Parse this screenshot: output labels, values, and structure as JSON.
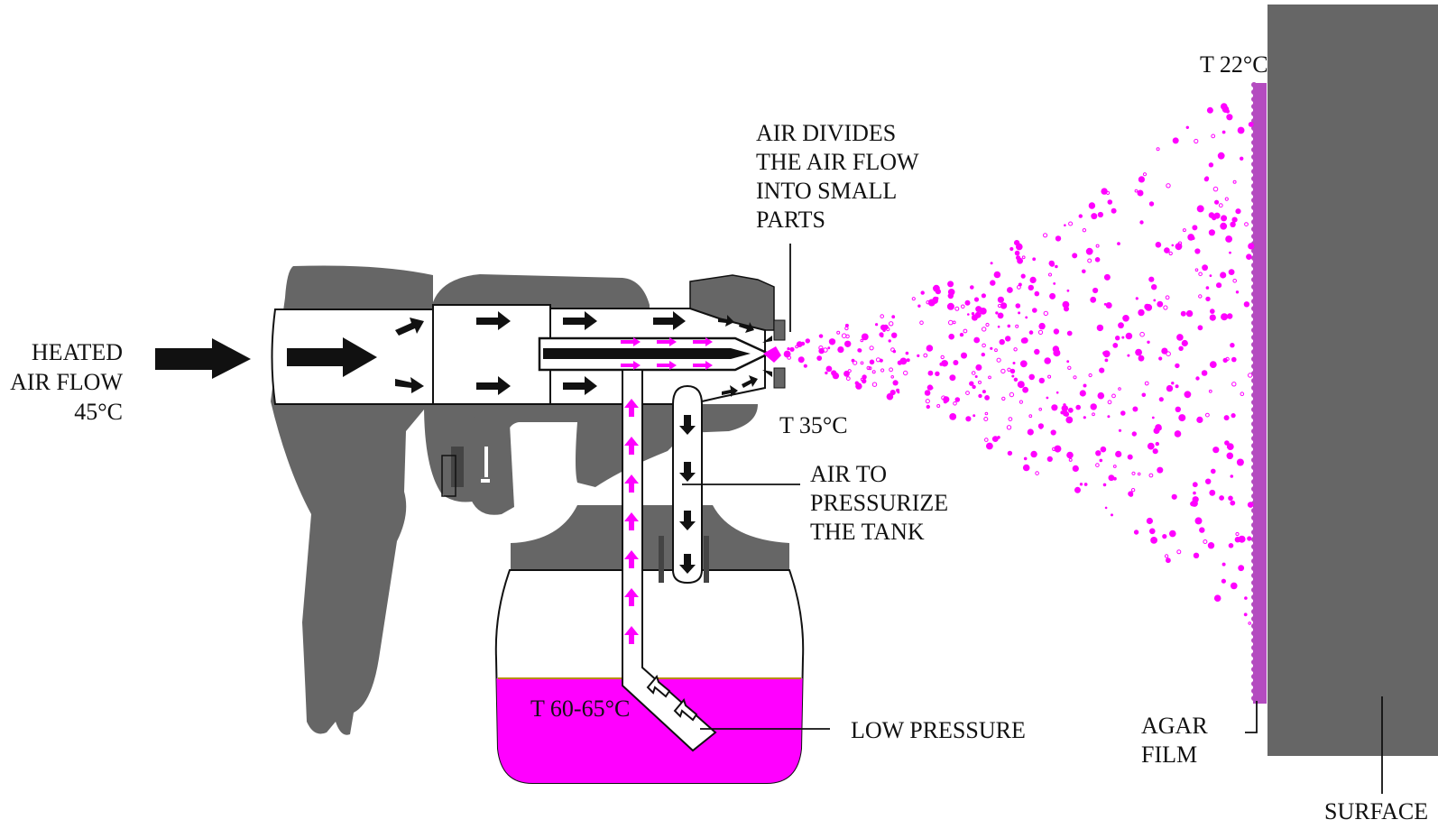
{
  "labels": {
    "heated_air_flow": [
      "HEATED",
      "AIR FLOW",
      "45°C"
    ],
    "air_divides": [
      "AIR DIVIDES",
      "THE AIR FLOW",
      "INTO SMALL",
      "PARTS"
    ],
    "nozzle_temp": "T 35°C",
    "air_to_pressurize": [
      "AIR TO",
      "PRESSURIZE",
      "THE TANK"
    ],
    "tank_temp": "T 60-65°C",
    "low_pressure": "LOW PRESSURE",
    "surface_temp": "T 22°C",
    "agar_film": [
      "AGAR",
      "FILM"
    ],
    "surface": "SURFACE"
  },
  "colors": {
    "agar": "#ff00ff",
    "agar_film": "#b44cc0",
    "gun_body": "#666666",
    "surface": "#666666",
    "outline": "#111111",
    "air_arrow": "#111111"
  },
  "icons": {
    "air_arrow": "right-arrow-icon",
    "flow_arrow": "up-arrow-icon",
    "pressure_arrow": "down-arrow-icon",
    "low_pressure_arrow": "hollow-arrow-icon"
  }
}
